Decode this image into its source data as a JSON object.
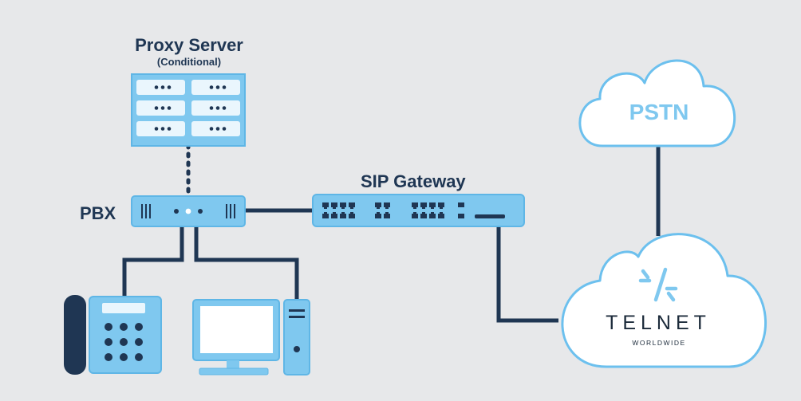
{
  "proxy_server": {
    "title": "Proxy Server",
    "subtitle": "(Conditional)"
  },
  "pbx": {
    "label": "PBX"
  },
  "sip_gateway": {
    "label": "SIP Gateway"
  },
  "pstn": {
    "label": "PSTN"
  },
  "telnet": {
    "wordmark": "TELNET",
    "tagline": "WORLDWIDE"
  },
  "colors": {
    "background": "#e7e8ea",
    "device_fill": "#7fc8ef",
    "device_stroke": "#5fb6e6",
    "navy": "#1f3653",
    "cloud_stroke": "#6cc0ee",
    "screen": "#ffffff"
  }
}
